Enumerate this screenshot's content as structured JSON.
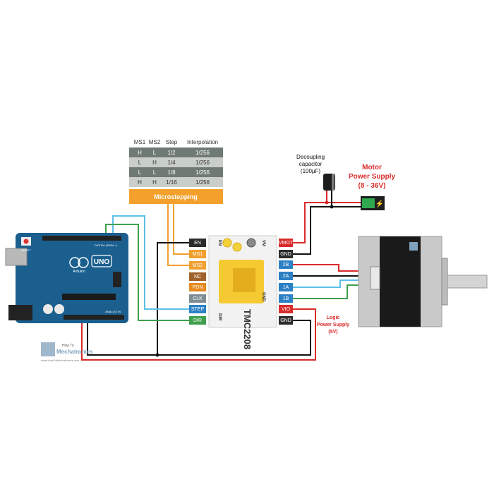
{
  "table": {
    "headers": [
      "MS1",
      "MS2",
      "Step",
      "Interpolation"
    ],
    "rows": [
      [
        "H",
        "L",
        "1/2",
        "1/256"
      ],
      [
        "L",
        "H",
        "1/4",
        "1/256"
      ],
      [
        "L",
        "L",
        "1/8",
        "1/256"
      ],
      [
        "H",
        "H",
        "1/16",
        "1/256"
      ]
    ],
    "footer": "Microstepping"
  },
  "capacitor": {
    "line1": "Decoupling",
    "line2": "capacitor",
    "line3": "(100µF)"
  },
  "motor_supply": {
    "line1": "Motor",
    "line2": "Power Supply",
    "line3": "(8 - 36V)"
  },
  "logic_supply": {
    "line1": "Logic",
    "line2": "Power Supply",
    "line3": "(5V)"
  },
  "driver": {
    "name": "TMC2208",
    "left_pins": [
      "EN",
      "MS1",
      "MS2",
      "NC",
      "PDN",
      "CLK",
      "STEP",
      "DIR"
    ],
    "right_pins": [
      "VMOT",
      "GND",
      "2B",
      "2A",
      "1A",
      "1B",
      "VIO",
      "GND"
    ],
    "board_en": "EN",
    "board_vm": "VM",
    "board_gnd": "GND",
    "board_dir": "DIR"
  },
  "arduino": {
    "model": "UNO",
    "brand": "Arduino",
    "reset": "RESET",
    "digital": "DIGITAL (PWM ~)",
    "analog": "ANALOG IN"
  },
  "brand": {
    "line1": "How To",
    "line2": "Mechatronics",
    "url": "www.HowToMechatronics.com"
  },
  "colors": {
    "en": "#2c2c2c",
    "ms": "#f0a030",
    "nc": "#a0622d",
    "pdn": "#e68a1f",
    "clk": "#7f8c94",
    "step": "#2e80c4",
    "dir": "#3ea04d",
    "vmot": "#d92b2b",
    "gnd": "#2c2c2c",
    "coil_b": "#2e80c4",
    "coil_a": "#1a5a99",
    "vio": "#d92b2b",
    "wire_red": "#d92b2b",
    "wire_black": "#111111",
    "wire_blue": "#5bc0e8",
    "wire_green": "#3ea04d",
    "wire_orange": "#f0a030",
    "arduino": "#1b5f8f",
    "microstep": "#f3a12c"
  }
}
